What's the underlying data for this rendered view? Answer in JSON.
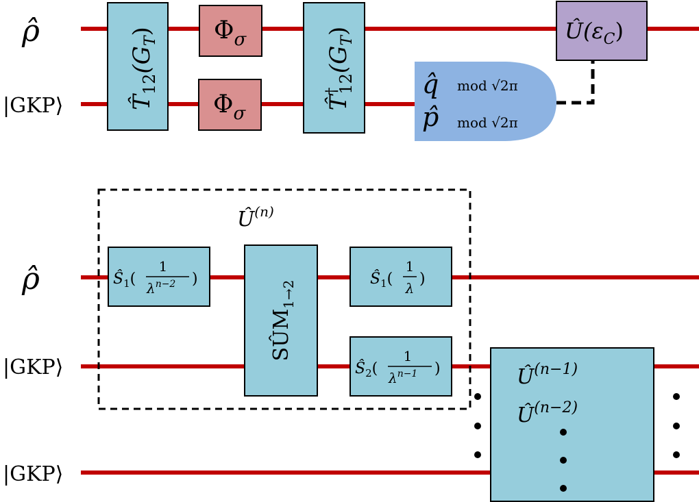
{
  "colors": {
    "wire": "#c00000",
    "gate_blue": "#96cddc",
    "gate_red": "#d99090",
    "gate_purple": "#b3a2cc",
    "measure_blue": "#8db3e2",
    "stroke": "#000000"
  },
  "top_circuit": {
    "labels": {
      "rho": "ρ̂",
      "gkp": "|GKP⟩"
    },
    "gates": {
      "t12": "T̂₁₂(G_T)",
      "t12_main": "T̂",
      "t12_sub": "12",
      "t12_arg": "(G",
      "t12_arg_sub": "T",
      "t12_close": ")",
      "t12_dag_main": "T̂",
      "t12_dag_sup": "†",
      "t12_dag_sub": "12",
      "phi": "Φ",
      "phi_sub": "σ",
      "u": "Û(ε",
      "u_sub": "C",
      "u_close": ")"
    },
    "measurement": {
      "q": "q̂",
      "p": "p̂",
      "mod": "mod",
      "sqrt": "√2π"
    }
  },
  "bottom_circuit": {
    "labels": {
      "rho": "ρ̂",
      "gkp1": "|GKP⟩",
      "gkp2": "|GKP⟩"
    },
    "dashed_box_label": "Û",
    "dashed_box_sup": "(n)",
    "gates": {
      "s1_first": {
        "main": "Ŝ",
        "sub": "1",
        "num": "1",
        "den": "λ",
        "den_sup": "n−2"
      },
      "sum": {
        "main": "SÛM",
        "sub": "1→2"
      },
      "s1_second": {
        "main": "Ŝ",
        "sub": "1",
        "num": "1",
        "den": "λ"
      },
      "s2": {
        "main": "Ŝ",
        "sub": "2",
        "num": "1",
        "den": "λ",
        "den_sup": "n−1"
      }
    },
    "big_gate": {
      "line1": "Û",
      "line1_sup": "(n−1)",
      "line2": "Û",
      "line2_sup": "(n−2)"
    }
  }
}
